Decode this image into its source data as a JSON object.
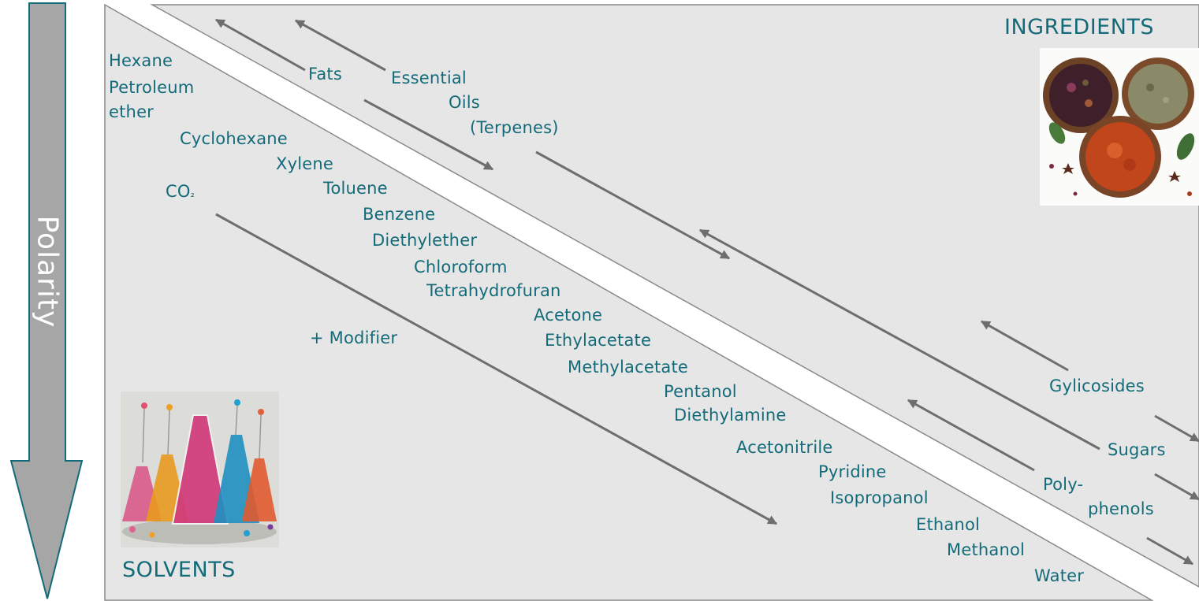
{
  "axis": {
    "label": "Polarity"
  },
  "headings": {
    "ingredients": "INGREDIENTS",
    "solvents": "SOLVENTS"
  },
  "solvents": [
    "Hexane",
    "Petroleum",
    "ether",
    "Cyclohexane",
    "Xylene",
    "Toluene",
    "Benzene",
    "Diethylether",
    "Chloroform",
    "Tetrahydrofuran",
    "Acetone",
    "Ethylacetate",
    "Methylacetate",
    "Pentanol",
    "Diethylamine",
    "Acetonitrile",
    "Pyridine",
    "Isopropanol",
    "Ethanol",
    "Methanol",
    "Water"
  ],
  "co2": {
    "base": "CO",
    "sub": "₂"
  },
  "modifier": "+ Modifier",
  "ingredients": [
    "Fats",
    "Essential",
    "Oils",
    "(Terpenes)",
    "Gylicosides",
    "Sugars",
    "Poly-",
    "phenols"
  ],
  "colors": {
    "text": "#136b7a",
    "panel": "#e7e6e6",
    "arrow": "#6e6e6e",
    "polarity_fill": "#a6a6a6",
    "polarity_stroke": "#136b7a"
  },
  "images": {
    "ingredients": "spice-bowls-photo",
    "solvents": "colored-flasks-photo"
  }
}
